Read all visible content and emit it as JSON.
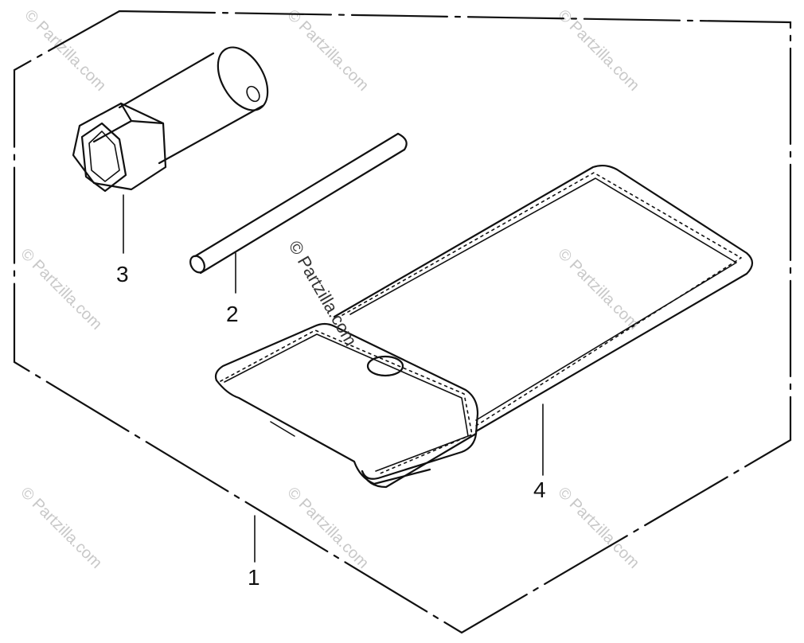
{
  "callouts": {
    "kit": "1",
    "bar": "2",
    "socket": "3",
    "pouch": "4"
  },
  "watermark": {
    "text": "© Partzilla.com"
  }
}
